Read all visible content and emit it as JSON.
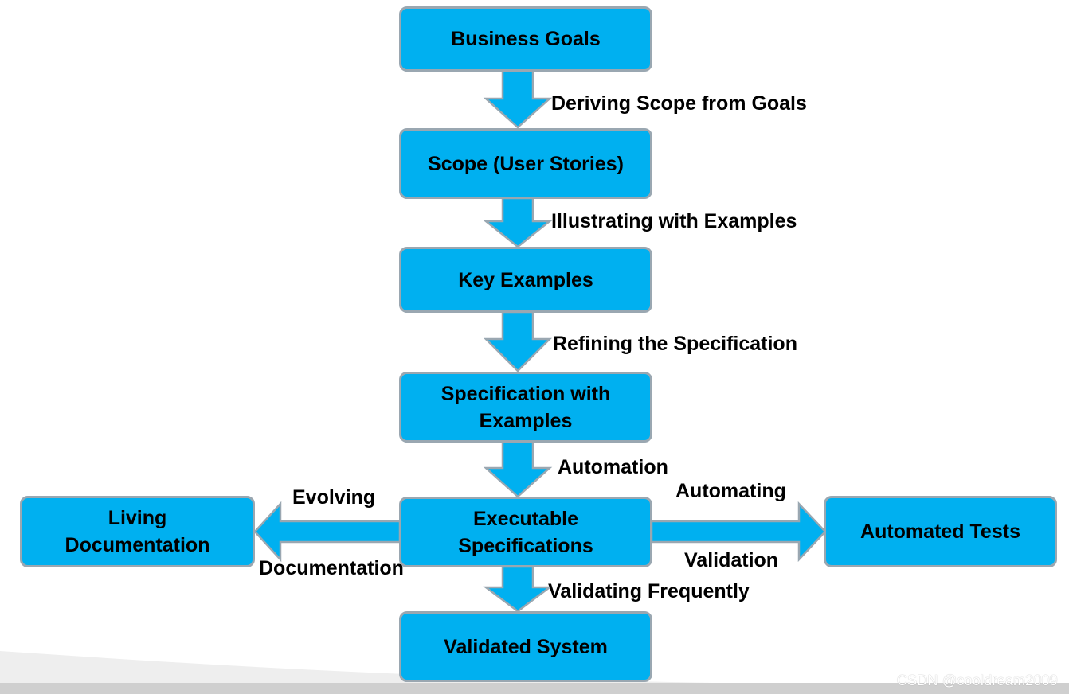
{
  "nodes": {
    "business_goals": "Business Goals",
    "scope": "Scope (User Stories)",
    "key_examples": "Key Examples",
    "specification_line1": "Specification with",
    "specification_line2": "Examples",
    "executable_line1": "Executable",
    "executable_line2": "Specifications",
    "validated_system": "Validated System",
    "living_doc_line1": "Living",
    "living_doc_line2": "Documentation",
    "automated_tests": "Automated Tests"
  },
  "edges": {
    "deriving_scope": "Deriving Scope from Goals",
    "illustrating": "Illustrating with Examples",
    "refining": "Refining the Specification",
    "automation": "Automation",
    "validating": "Validating Frequently",
    "evolving": "Evolving",
    "documentation": "Documentation",
    "automating": "Automating",
    "validation": "Validation"
  },
  "watermark": "CSDN @cooldream2009",
  "colors": {
    "box_fill": "#00b0f0",
    "box_border": "#9aa7b1",
    "arrow_fill": "#00b0f0",
    "arrow_stroke": "#9aa7b1",
    "text": "#000000"
  }
}
